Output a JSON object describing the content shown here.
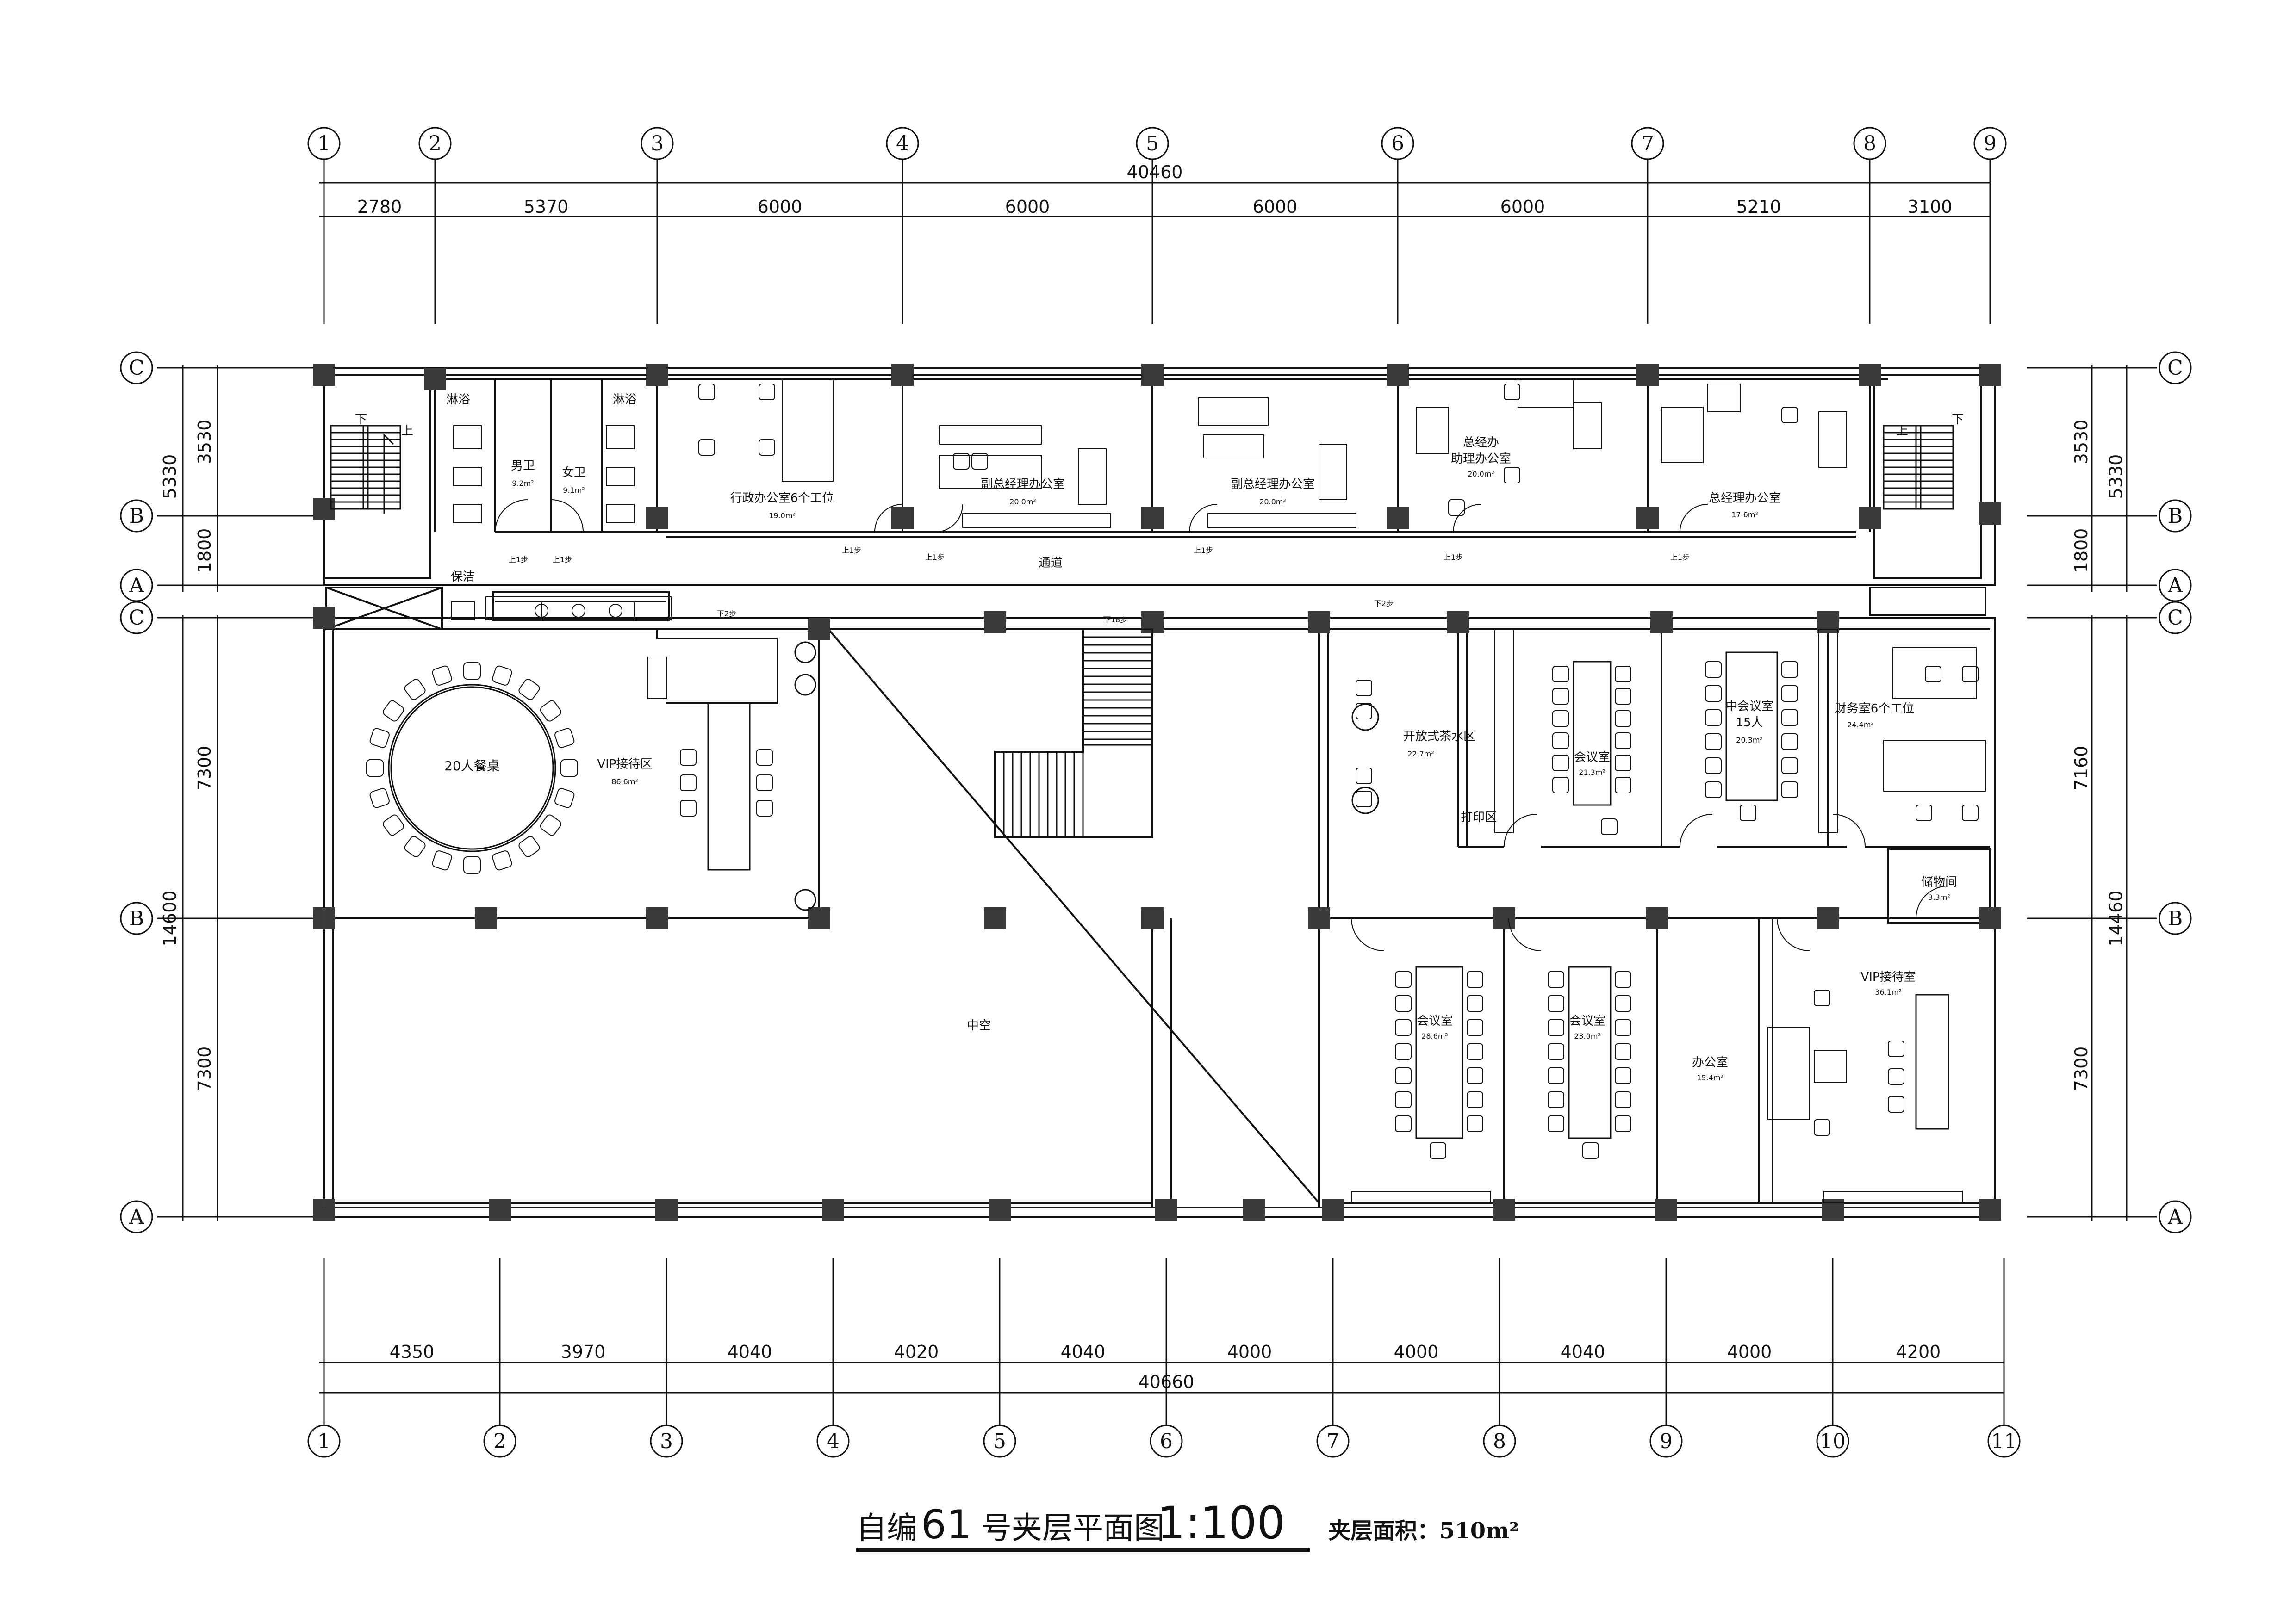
{
  "title": {
    "prefix": "自编",
    "number": "61",
    "suffix": "号夹层平面图",
    "scale": "1:100",
    "area_label": "夹层面积：510m²"
  },
  "top_axes": [
    "1",
    "2",
    "3",
    "4",
    "5",
    "6",
    "7",
    "8",
    "9"
  ],
  "top_total": "40460",
  "top_dims": [
    "2780",
    "5370",
    "6000",
    "6000",
    "6000",
    "6000",
    "5210",
    "3100"
  ],
  "bottom_axes": [
    "1",
    "2",
    "3",
    "4",
    "5",
    "6",
    "7",
    "8",
    "9",
    "10",
    "11"
  ],
  "bottom_total": "40660",
  "bottom_dims": [
    "4350",
    "3970",
    "4040",
    "4020",
    "4040",
    "4000",
    "4000",
    "4040",
    "4000",
    "4200"
  ],
  "left_axes_upper": [
    "C",
    "B",
    "A"
  ],
  "left_axes_lower": [
    "C",
    "B",
    "A"
  ],
  "left_dims": {
    "upper_total": "5330",
    "upper_a": "3530",
    "upper_b": "1800",
    "lower_a": "7300",
    "lower_total": "14600",
    "lower_b": "7300"
  },
  "right_dims": {
    "upper_total": "5330",
    "upper_a": "3530",
    "upper_b": "1800",
    "lower_a": "7160",
    "lower_total": "14460",
    "lower_b": "7300"
  },
  "rooms": {
    "shower1": "淋浴",
    "shower2": "淋浴",
    "mens": "男卫",
    "mens_area": "9.2m²",
    "womens": "女卫",
    "womens_area": "9.1m²",
    "admin": "行政办公室6个工位",
    "admin_area": "19.0m²",
    "vp1": "副总经理办公室",
    "vp1_area": "20.0m²",
    "vp2": "副总经理办公室",
    "vp2_area": "20.0m²",
    "assist_1": "总经办",
    "assist_2": "助理办公室",
    "assist_area": "20.0m²",
    "gm": "总经理办公室",
    "gm_area": "17.6m²",
    "corridor": "通道",
    "cleaning": "保洁",
    "banquet": "20人餐桌",
    "vip_zone": "VIP接待区",
    "vip_zone_area": "86.6m²",
    "atrium": "中空",
    "tea": "开放式茶水区",
    "tea_area": "22.7m²",
    "print": "打印区",
    "meeting1": "会议室",
    "meeting1_area": "21.3m²",
    "meeting_mid_1": "中会议室",
    "meeting_mid_2": "15人",
    "meeting_mid_area": "20.3m²",
    "finance": "财务室6个工位",
    "finance_area": "24.4m²",
    "storage": "储物间",
    "storage_area": "3.3m²",
    "meeting2": "会议室",
    "meeting2_area": "28.6m²",
    "meeting3": "会议室",
    "meeting3_area": "23.0m²",
    "office": "办公室",
    "office_area": "15.4m²",
    "vip_room": "VIP接待室",
    "vip_room_area": "36.1m²"
  },
  "markers": {
    "up1": "上1步",
    "up2": "上1步",
    "up3": "上1步",
    "up4": "上1步",
    "up5": "上1步",
    "up6": "上1步",
    "up7": "上1步",
    "down2_left": "下2步",
    "down18": "下18步",
    "down2_right": "下2步",
    "stair_down_l": "下",
    "stair_up_l": "上",
    "stair_down_r": "下",
    "stair_up_r": "上"
  }
}
